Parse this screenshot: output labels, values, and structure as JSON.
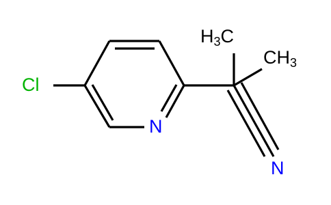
{
  "molecule": {
    "atoms": {
      "chlorine": {
        "text": "Cl",
        "color": "#00b300"
      },
      "ring_nitrogen": {
        "text": "N",
        "color": "#0000ff"
      },
      "nitrile_nitrogen": {
        "text": "N",
        "color": "#0000ff"
      },
      "methyl_left": {
        "prefix": "H",
        "sub": "3",
        "suffix": "C",
        "color": "#000000"
      },
      "methyl_right": {
        "prefix": "CH",
        "sub": "3",
        "color": "#000000"
      }
    },
    "bond_color": "#000000"
  }
}
